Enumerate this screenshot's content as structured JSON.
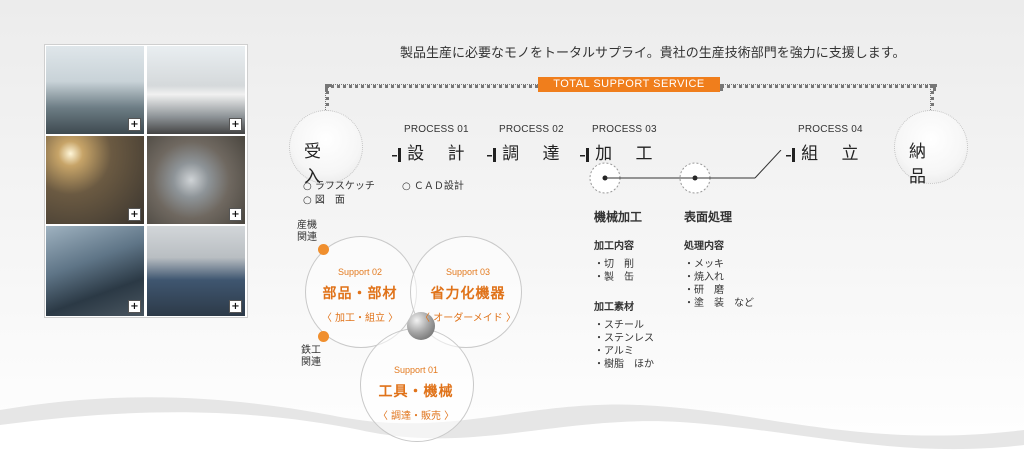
{
  "tagline": "製品生産に必要なモノをトータルサプライ。貴社の生産技術部門を強力に支援します。",
  "banner": "TOTAL SUPPORT SERVICE",
  "start_label": "受 入",
  "end_label": "納 品",
  "processes": [
    {
      "num": "PROCESS 01",
      "label": "設 計"
    },
    {
      "num": "PROCESS 02",
      "label": "調 達"
    },
    {
      "num": "PROCESS 03",
      "label": "加 工"
    },
    {
      "num": "PROCESS 04",
      "label": "組 立"
    }
  ],
  "receive_items": [
    "○ ラフスケッチ",
    "○ 図　面"
  ],
  "design_items": [
    "○ ＣＡＤ設計"
  ],
  "machining": {
    "title": "機械加工",
    "content_title": "加工内容",
    "content_items": [
      "・切　削",
      "・製　缶"
    ],
    "material_title": "加工素材",
    "material_items": [
      "・スチール",
      "・ステンレス",
      "・アルミ",
      "・樹脂　ほか"
    ]
  },
  "surface": {
    "title": "表面処理",
    "content_title": "処理内容",
    "content_items": [
      "・メッキ",
      "・焼入れ",
      "・研　磨",
      "・塗　装　など"
    ]
  },
  "supports": [
    {
      "num": "Support 01",
      "title": "工具・機械",
      "sub": "〈 調達・販売 〉"
    },
    {
      "num": "Support 02",
      "title": "部品・部材",
      "sub": "〈 加工・組立 〉"
    },
    {
      "num": "Support 03",
      "title": "省力化機器",
      "sub": "〈 オーダーメイド 〉"
    }
  ],
  "venn_labels": {
    "top": [
      "産機",
      "関連"
    ],
    "bottom": [
      "鉄工",
      "関連"
    ]
  },
  "photos": [
    {
      "icon": "office-photo"
    },
    {
      "icon": "truck-photo"
    },
    {
      "icon": "welding-photo"
    },
    {
      "icon": "machined-part-photo"
    },
    {
      "icon": "factory-worker-photo"
    },
    {
      "icon": "engineer-photo"
    }
  ],
  "colors": {
    "accent": "#f07e1c",
    "dot": "#f08f2e"
  }
}
